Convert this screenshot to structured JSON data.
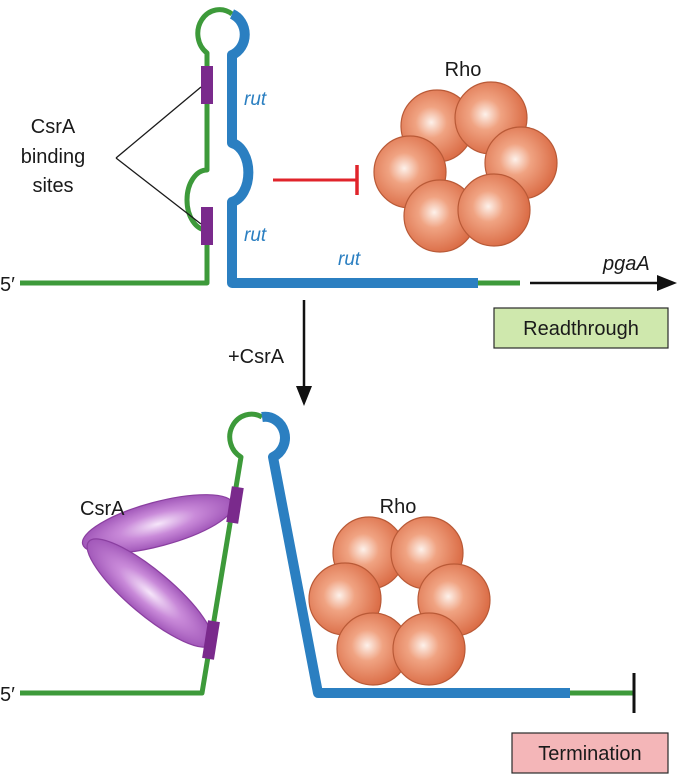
{
  "labels": {
    "csra_sites_line1": "CsrA",
    "csra_sites_line2": "binding",
    "csra_sites_line3": "sites",
    "rut": "rut",
    "rho": "Rho",
    "five_prime": "5′",
    "pgaA": "pgaA",
    "plus_csra": "+CsrA",
    "csra": "CsrA"
  },
  "boxes": {
    "readthrough": "Readthrough",
    "termination": "Termination"
  },
  "colors": {
    "rna_green": "#3d9a3a",
    "rut_blue": "#2b7fc1",
    "binding_site_purple": "#7a2a8c",
    "inhibit_red": "#e0242b",
    "rho_sphere": "#e07a58",
    "csra_protein": "#b066c8",
    "readthrough_box": "#cfe8ad",
    "termination_box": "#f4b6b8"
  }
}
